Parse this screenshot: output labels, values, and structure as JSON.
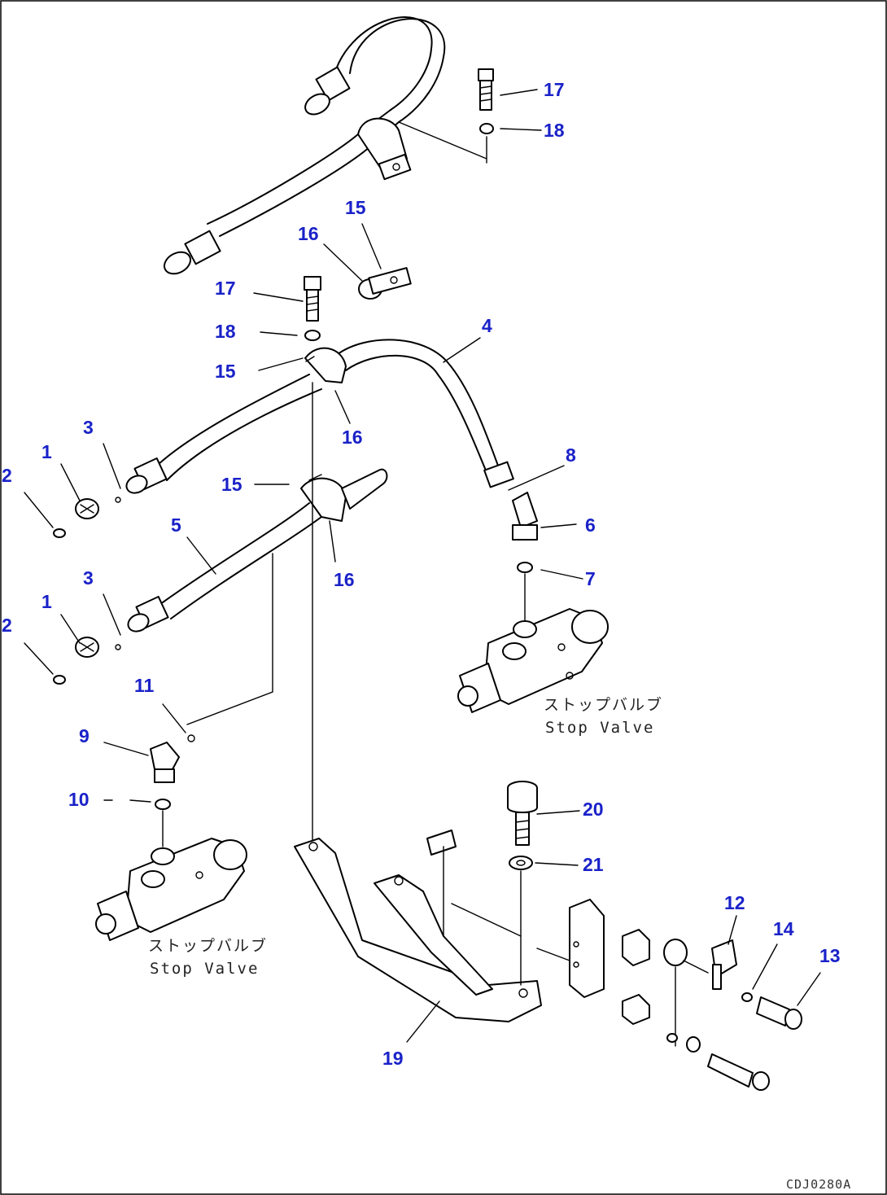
{
  "diagram": {
    "callouts": {
      "c17a": "17",
      "c18a": "18",
      "c15a": "15",
      "c16a": "16",
      "c17b": "17",
      "c18b": "18",
      "c15b": "15",
      "c16b": "16",
      "c4": "4",
      "c3a": "3",
      "c1a": "1",
      "c2a": "2",
      "c8": "8",
      "c6": "6",
      "c7": "7",
      "c15c": "15",
      "c5": "5",
      "c16c": "16",
      "c3b": "3",
      "c1b": "1",
      "c2b": "2",
      "c11": "11",
      "c9": "9",
      "c10": "10",
      "c20": "20",
      "c21": "21",
      "c12": "12",
      "c14": "14",
      "c13": "13",
      "c19": "19"
    },
    "labels": {
      "stop_valve_right_jp": "ストップバルブ",
      "stop_valve_right_en": "Stop Valve",
      "stop_valve_left_jp": "ストップバルブ",
      "stop_valve_left_en": "Stop Valve"
    },
    "drawing_code": "CDJ0280A"
  }
}
